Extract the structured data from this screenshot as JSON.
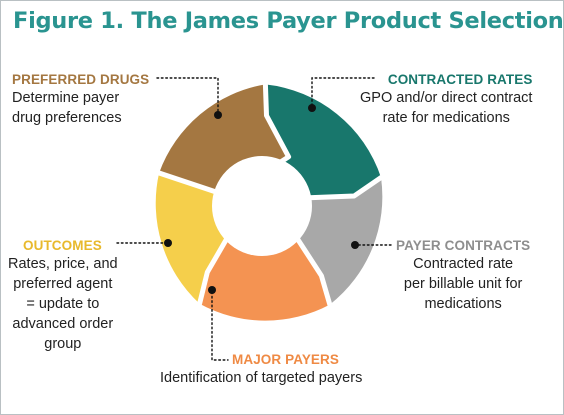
{
  "title": "Figure 1. The James Payer Product Selection",
  "colors": {
    "title": "#2a9490",
    "preferred_drugs": "#a47741",
    "contracted_rates": "#18776c",
    "payer_contracts": "#a8a8a8",
    "major_payers": "#f49352",
    "outcomes": "#f5cf4b",
    "leader": "#111111"
  },
  "segments": [
    {
      "key": "preferred_drugs",
      "heading": "PREFERRED DRUGS",
      "lines": [
        "Determine payer",
        "drug preferences"
      ]
    },
    {
      "key": "contracted_rates",
      "heading": "CONTRACTED RATES",
      "lines": [
        "GPO and/or direct contract",
        "rate for medications"
      ]
    },
    {
      "key": "payer_contracts",
      "heading": "PAYER CONTRACTS",
      "lines": [
        "Contracted rate",
        "per billable unit for",
        "medications"
      ]
    },
    {
      "key": "major_payers",
      "heading": "MAJOR PAYERS",
      "lines": [
        "Identification of targeted payers"
      ]
    },
    {
      "key": "outcomes",
      "heading": "OUTCOMES",
      "lines": [
        "Rates, price, and",
        "preferred agent",
        "= update to",
        "advanced order",
        "group"
      ]
    }
  ]
}
